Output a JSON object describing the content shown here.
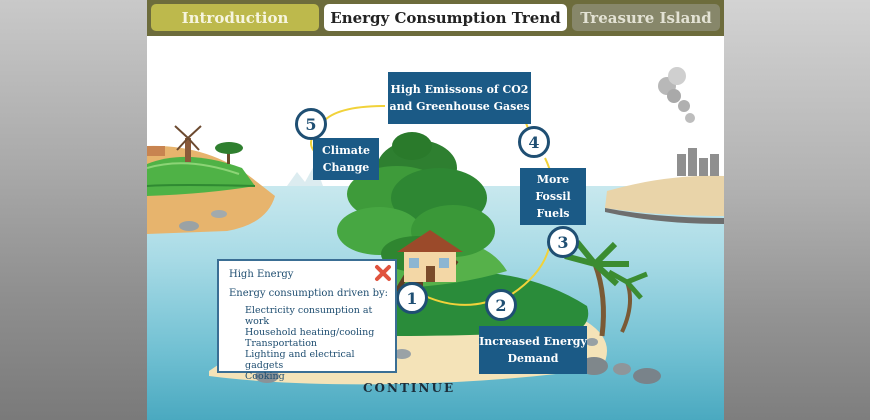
{
  "nav": {
    "tabs": [
      {
        "label": "Introduction"
      },
      {
        "label": "Energy Consumption Trend"
      },
      {
        "label": "Treasure Island"
      }
    ]
  },
  "cycle": [
    {
      "number": "1",
      "label": ""
    },
    {
      "number": "2",
      "label": "Increased Energy Demand"
    },
    {
      "number": "3",
      "label": ""
    },
    {
      "number": "4",
      "label": "More Fossil Fuels"
    },
    {
      "number": "5",
      "label": "Climate Change"
    }
  ],
  "emissions_label": "High Emissons of CO2 and Greenhouse Gases",
  "popup": {
    "title": "High Energy",
    "subtitle": "Energy consumption driven by:",
    "items": [
      "Electricity consumption at work",
      "Household heating/cooling",
      "Transportation",
      "Lighting and electrical gadgets",
      "Cooking"
    ]
  },
  "continue_label": "CONTINUE",
  "colors": {
    "box_blue": "#1b5a86",
    "nav_bar": "#6d6c3c",
    "tab_active": "#ffffff",
    "tab_intro": "#bdb94c",
    "tab_treasure": "#87876a",
    "cycle_line": "#f1d23a"
  },
  "icons": {
    "close": "close-x-icon"
  }
}
